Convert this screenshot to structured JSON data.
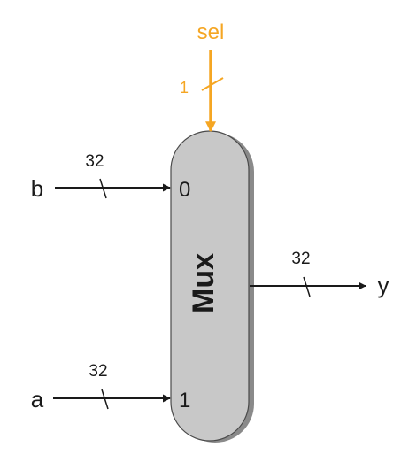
{
  "select": {
    "label": "sel",
    "width_label": "1",
    "color": "#f5a623"
  },
  "inputs": {
    "b": {
      "name": "b",
      "width_label": "32",
      "port_label": "0"
    },
    "a": {
      "name": "a",
      "width_label": "32",
      "port_label": "1"
    }
  },
  "output": {
    "name": "y",
    "width_label": "32"
  },
  "mux": {
    "title": "Mux",
    "fill": "#c8c8c8",
    "stroke": "#4a4a4a"
  }
}
